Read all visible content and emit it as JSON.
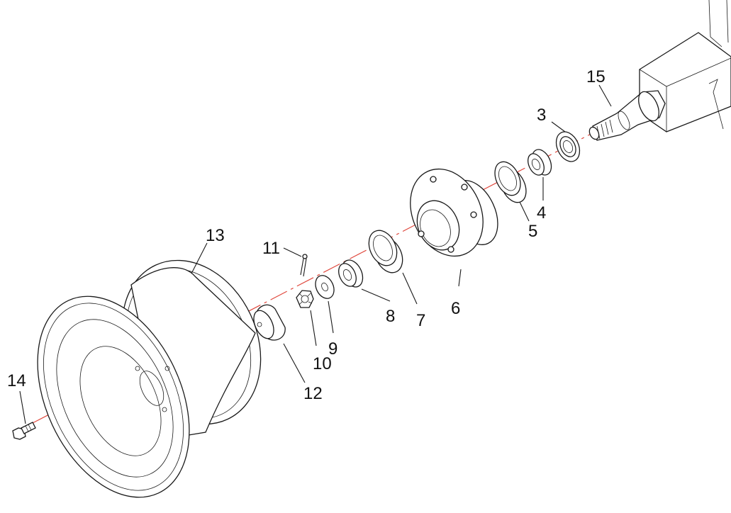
{
  "colors": {
    "line": "#1a1a1a",
    "axis": "#e0483d",
    "background": "#ffffff"
  },
  "callouts": {
    "c3": "3",
    "c4": "4",
    "c5": "5",
    "c6": "6",
    "c7": "7",
    "c8": "8",
    "c9": "9",
    "c10": "10",
    "c11": "11",
    "c12": "12",
    "c13": "13",
    "c14": "14",
    "c15": "15"
  }
}
